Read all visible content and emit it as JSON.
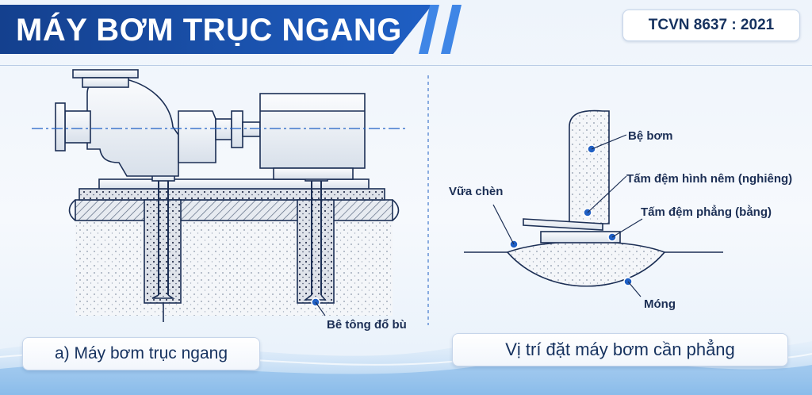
{
  "header": {
    "title": "MÁY BƠM TRỤC NGANG",
    "standard": "TCVN 8637 : 2021"
  },
  "left_diagram": {
    "label_concrete": "Bê tông đổ bù",
    "caption": "a) Máy bơm trục ngang"
  },
  "right_diagram": {
    "label_pump_base": "Bệ bơm",
    "label_wedge_shim": "Tấm đệm hình nêm (nghiêng)",
    "label_grout": "Vữa chèn",
    "label_flat_shim": "Tấm đệm phẳng (bằng)",
    "label_foundation": "Móng",
    "caption": "Vị trí đặt máy bơm cần phẳng"
  },
  "colors": {
    "brand": "#1f5fc4",
    "line": "#1c2f55",
    "marker": "#1f5fc4"
  }
}
